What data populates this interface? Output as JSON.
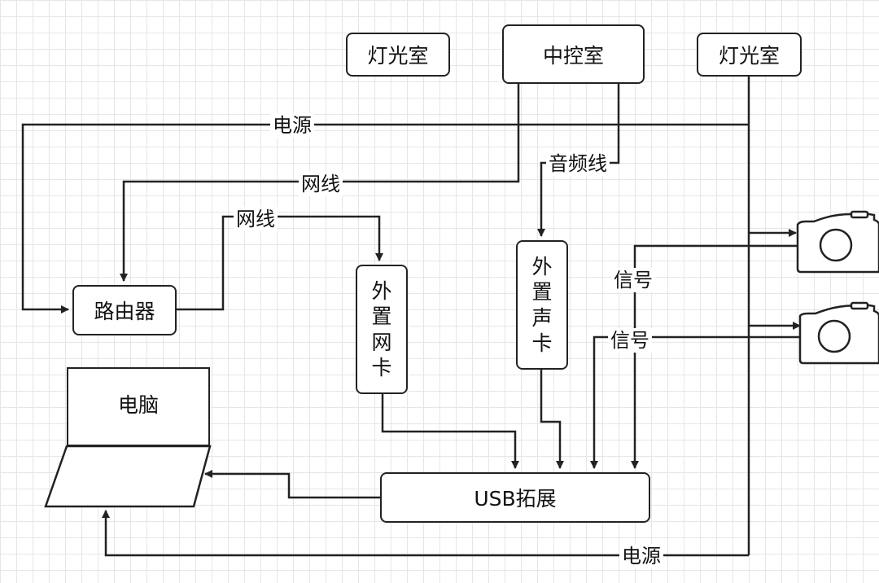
{
  "nodes": {
    "light_room_left": "灯光室",
    "control_room": "中控室",
    "light_room_right": "灯光室",
    "router": "路由器",
    "ext_nic": [
      "外",
      "置",
      "网",
      "卡"
    ],
    "ext_sound": [
      "外",
      "置",
      "声",
      "卡"
    ],
    "computer": "电脑",
    "usb_hub": "USB拓展"
  },
  "edge_labels": {
    "power_top": "电源",
    "network_1": "网线",
    "network_2": "网线",
    "audio_cable": "音频线",
    "signal_1": "信号",
    "signal_2": "信号",
    "power_bottom": "电源"
  },
  "colors": {
    "line": "#222222",
    "grid": "#e6e6e6",
    "background": "#ffffff"
  }
}
